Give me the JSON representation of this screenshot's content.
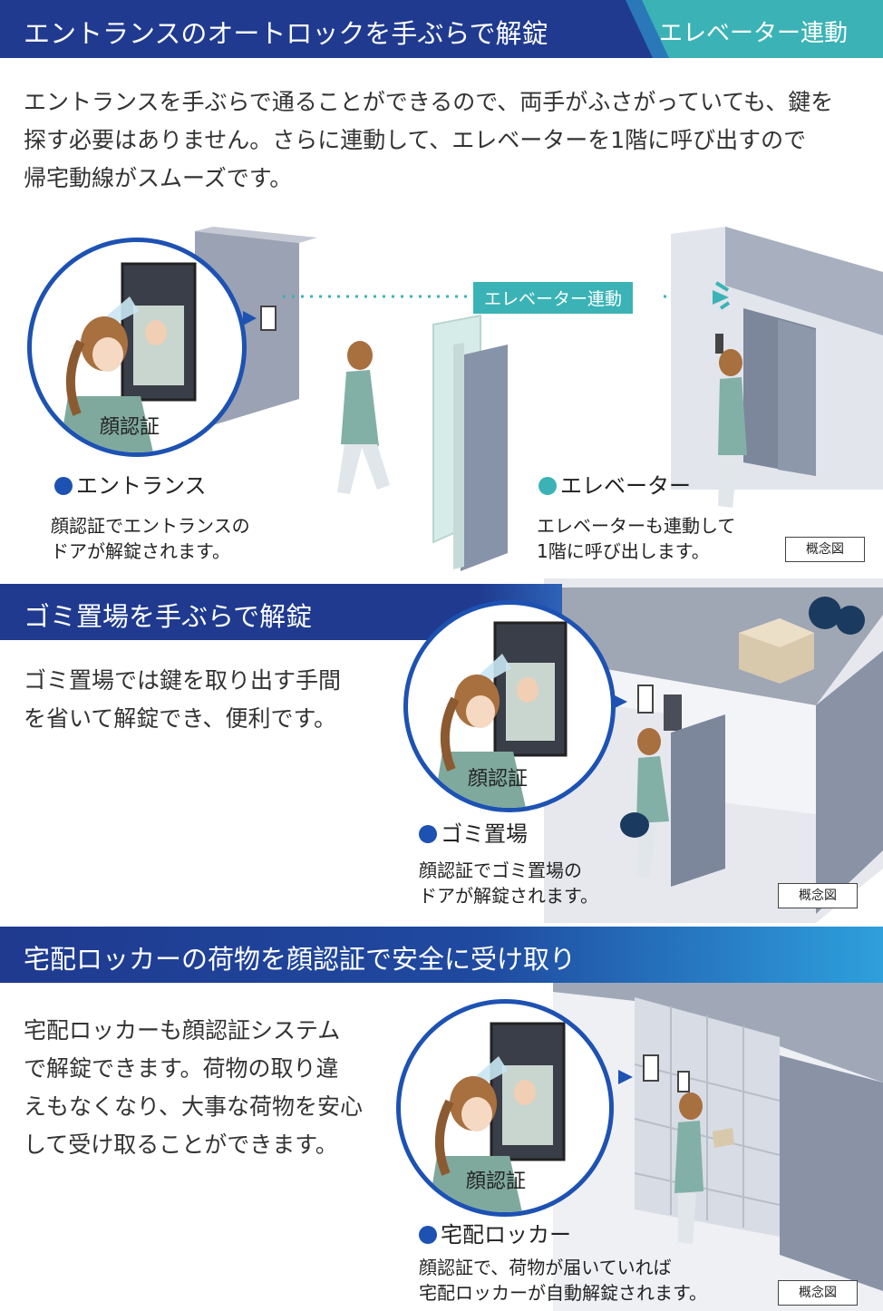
{
  "section1": {
    "title": "エントランスのオートロックを手ぶらで解錠",
    "badge": "エレベーター連動",
    "body": [
      "エントランスを手ぶらで通ることができるので、両手がふさがっていても、鍵を",
      "探す必要はありません。さらに連動して、エレベーターを1階に呼び出すので",
      "帰宅動線がスムーズです。"
    ],
    "circle_label": "顔認証",
    "link_tag": "エレベーター連動",
    "entrance_title": "エントランス",
    "entrance_desc": [
      "顔認証でエントランスの",
      "ドアが解錠されます。"
    ],
    "elevator_title": "エレベーター",
    "elevator_desc": [
      "エレベーターも連動して",
      "1階に呼び出します。"
    ],
    "concept": "概念図"
  },
  "section2": {
    "title": "ゴミ置場を手ぶらで解錠",
    "body": [
      "ゴミ置場では鍵を取り出す手間",
      "を省いて解錠でき、便利です。"
    ],
    "circle_label": "顔認証",
    "sub_title": "ゴミ置場",
    "desc": [
      "顔認証でゴミ置場の",
      "ドアが解錠されます。"
    ],
    "concept": "概念図"
  },
  "section3": {
    "title": "宅配ロッカーの荷物を顔認証で安全に受け取り",
    "body": [
      "宅配ロッカーも顔認証システム",
      "で解錠できます。荷物の取り違",
      "えもなくなり、大事な荷物を安心",
      "して受け取ることができます。"
    ],
    "circle_label": "顔認証",
    "sub_title": "宅配ロッカー",
    "desc": [
      "顔認証で、荷物が届いていれば",
      "宅配ロッカーが自動解錠されます。"
    ],
    "concept": "概念図"
  },
  "colors": {
    "navy": "#1f3a8f",
    "blue": "#1d52b3",
    "teal": "#3bb3b6",
    "wall": "#9aa2b3"
  }
}
